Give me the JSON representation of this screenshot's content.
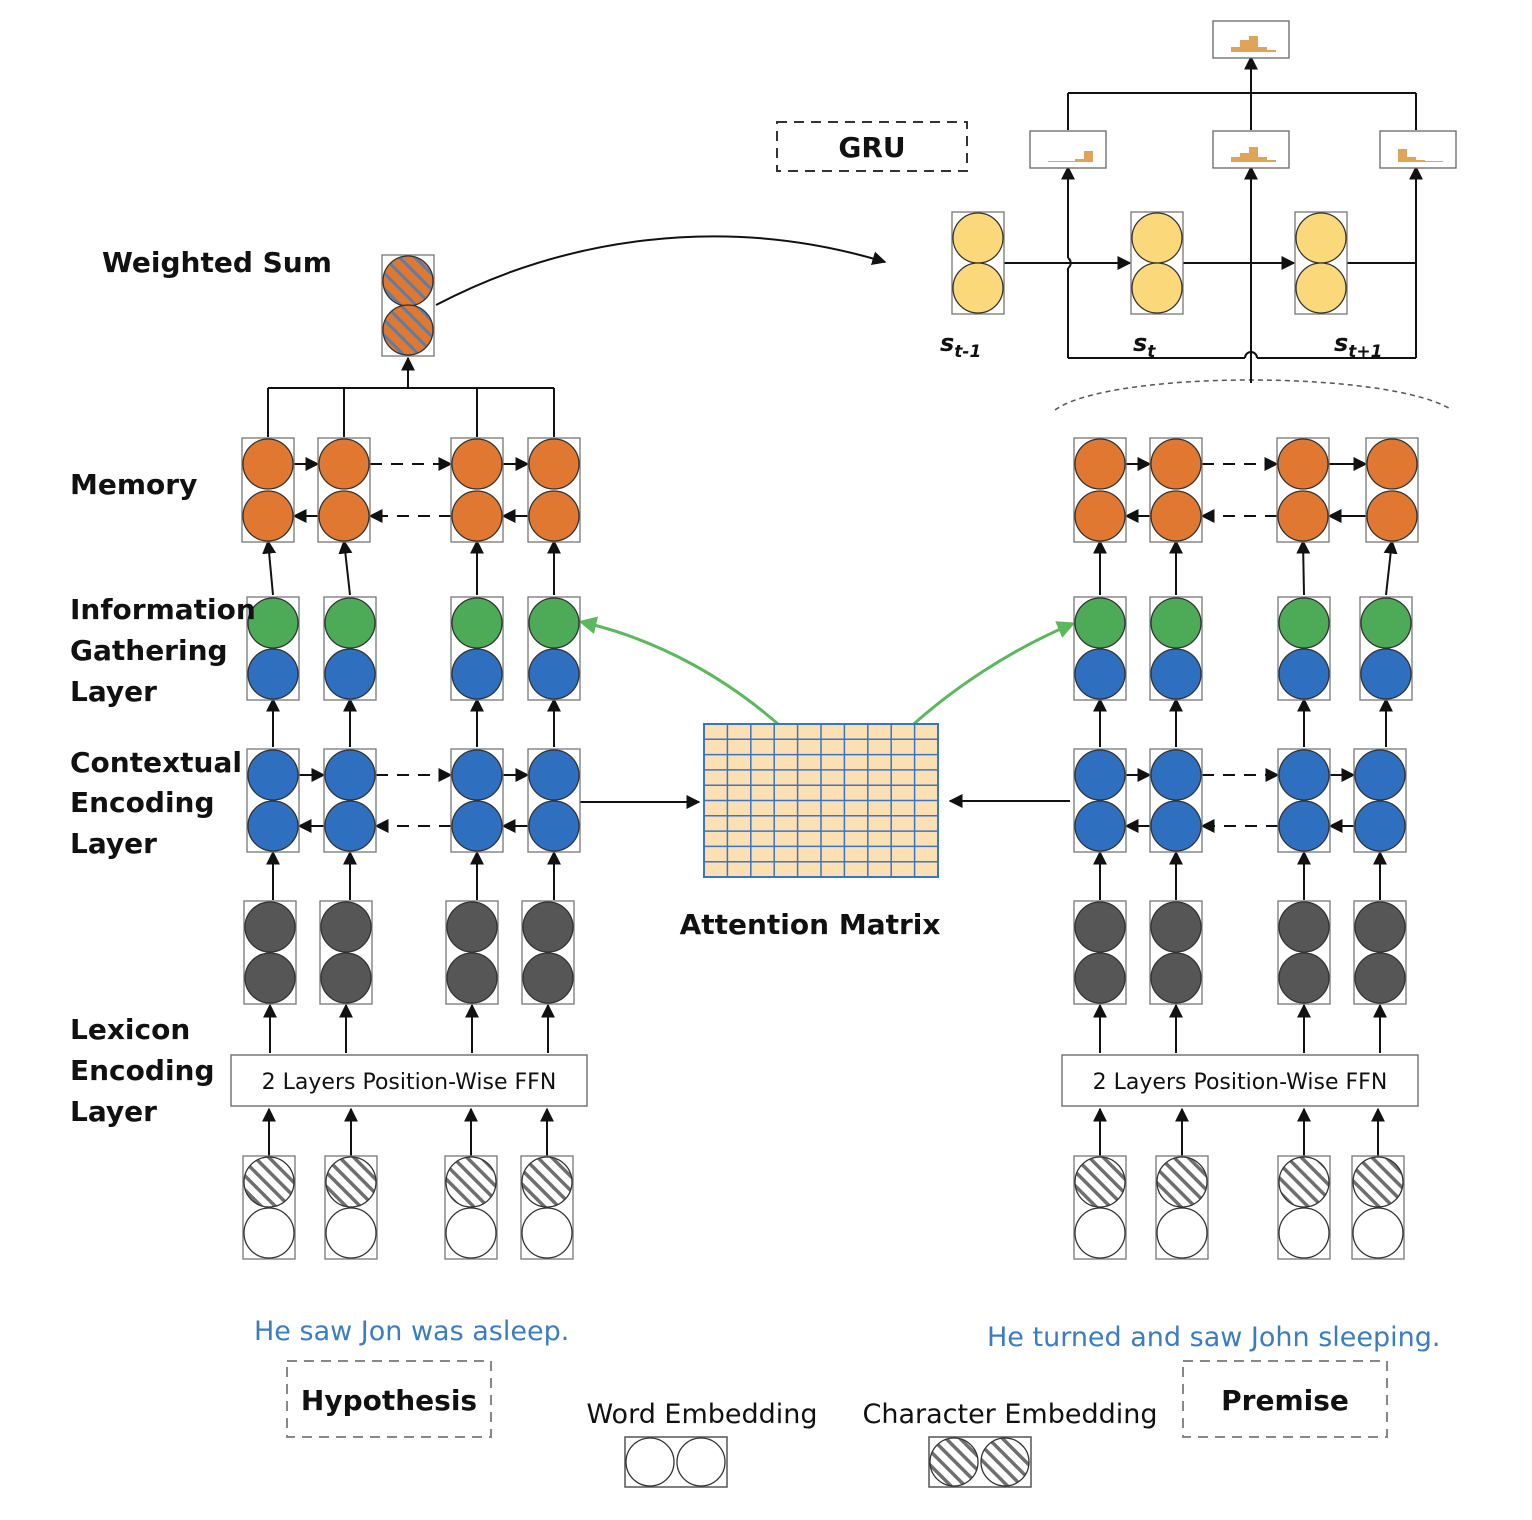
{
  "labels": {
    "weighted_sum": "Weighted Sum",
    "memory": "Memory",
    "info_gathering": [
      "Information",
      "Gathering",
      "Layer"
    ],
    "contextual_encoding": [
      "Contextual",
      "Encoding",
      "Layer"
    ],
    "lexicon_encoding": [
      "Lexicon",
      "Encoding",
      "Layer"
    ],
    "attention_matrix": "Attention Matrix",
    "gru": "GRU",
    "ffn_left": "2 Layers Position-Wise FFN",
    "ffn_right": "2 Layers Position-Wise FFN",
    "hypothesis": "Hypothesis",
    "premise": "Premise",
    "word_embedding": "Word Embedding",
    "character_embedding": "Character Embedding"
  },
  "states": [
    {
      "base": "s",
      "sub": "t-1"
    },
    {
      "base": "s",
      "sub": "t"
    },
    {
      "base": "s",
      "sub": "t+1"
    }
  ],
  "sentences": {
    "hypothesis": "He saw Jon was asleep.",
    "premise": "He turned and saw John sleeping."
  },
  "colors": {
    "memory": "#e07832",
    "gathering": "#4daa57",
    "encoding": "#2e6fbf",
    "lexicon": "#565656",
    "state": "#fbd97a",
    "attention_fill": "#fbe0b4",
    "attention_grid": "#3a74c4",
    "distribution": "#e0a458",
    "attention_arrow": "#5cb85c",
    "sentence_text": "#3a7dc4"
  },
  "icons": [
    "arrow-icon",
    "hatched-circle-icon",
    "histogram-icon"
  ]
}
